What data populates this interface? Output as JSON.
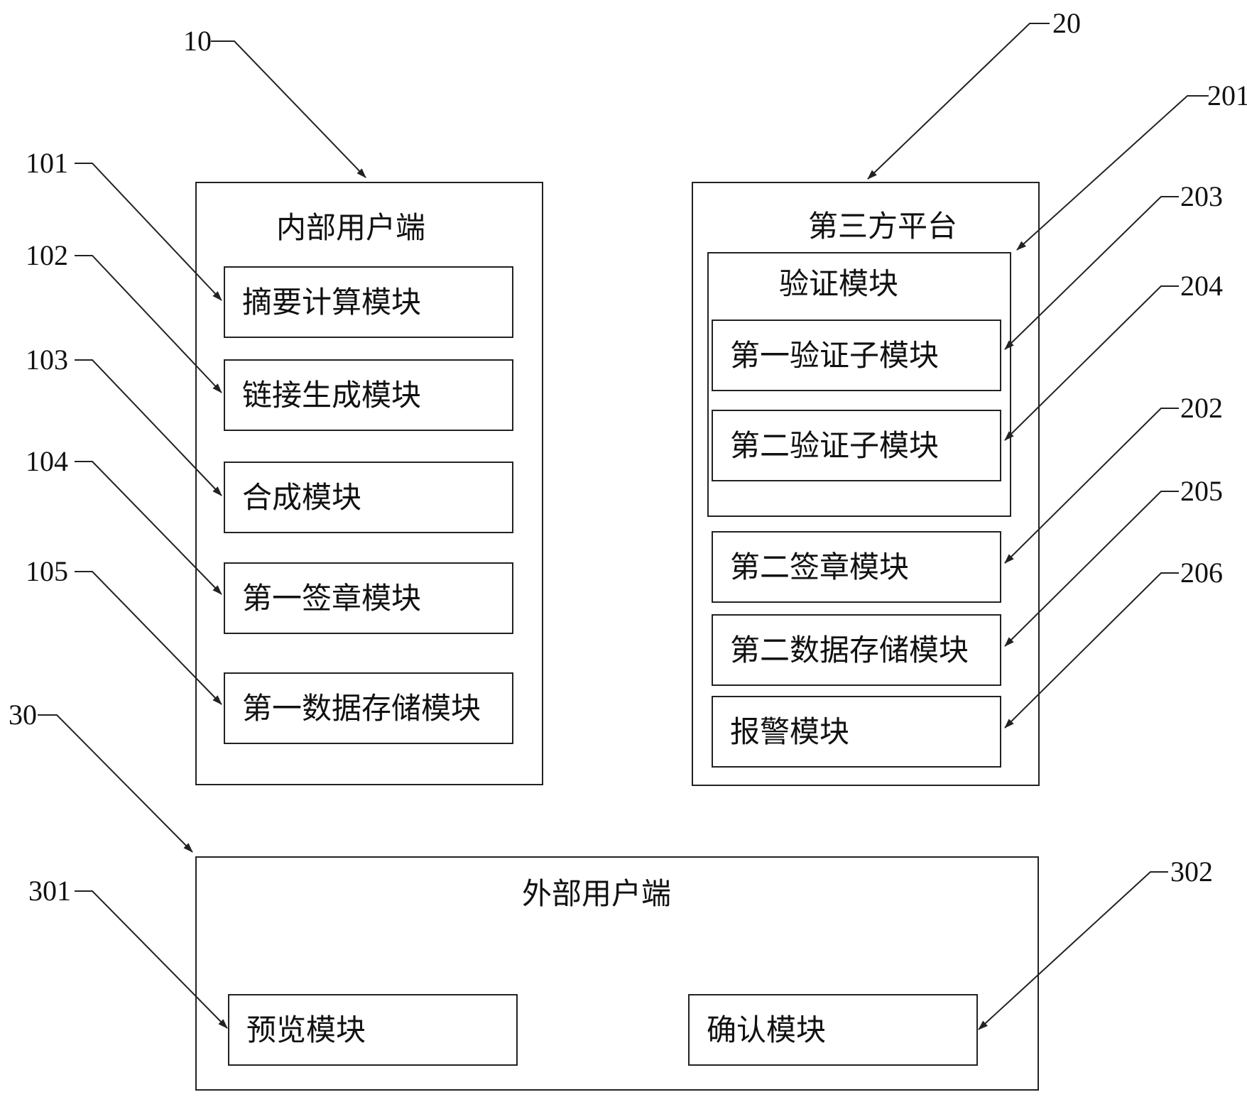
{
  "internal": {
    "ref": "10",
    "title": "内部用户端",
    "modules": [
      {
        "ref": "101",
        "label": "摘要计算模块"
      },
      {
        "ref": "102",
        "label": "链接生成模块"
      },
      {
        "ref": "103",
        "label": "合成模块"
      },
      {
        "ref": "104",
        "label": "第一签章模块"
      },
      {
        "ref": "105",
        "label": "第一数据存储模块"
      }
    ]
  },
  "platform": {
    "ref": "20",
    "title": "第三方平台",
    "verify": {
      "ref": "201",
      "title": "验证模块",
      "submodules": [
        {
          "ref": "203",
          "label": "第一验证子模块"
        },
        {
          "ref": "204",
          "label": "第二验证子模块"
        }
      ]
    },
    "modules": [
      {
        "ref": "202",
        "label": "第二签章模块"
      },
      {
        "ref": "205",
        "label": "第二数据存储模块"
      },
      {
        "ref": "206",
        "label": "报警模块"
      }
    ]
  },
  "external": {
    "ref": "30",
    "title": "外部用户端",
    "modules": [
      {
        "ref": "301",
        "label": "预览模块"
      },
      {
        "ref": "302",
        "label": "确认模块"
      }
    ]
  }
}
